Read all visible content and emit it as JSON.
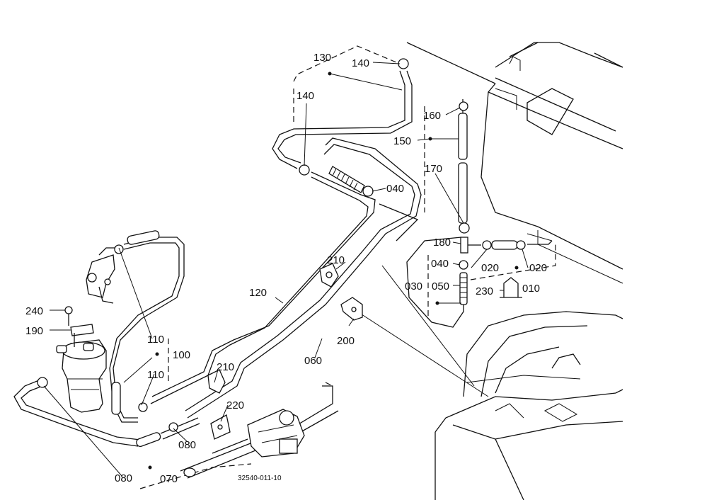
{
  "labels": {
    "l130": "130",
    "l140a": "140",
    "l140b": "140",
    "l160": "160",
    "l150": "150",
    "l170": "170",
    "l040a": "040",
    "l180": "180",
    "l040b": "040",
    "l020a": "020",
    "l020b": "020",
    "l030": "030",
    "l050": "050",
    "l230": "230",
    "l010": "010",
    "l210a": "210",
    "l120": "120",
    "l200": "200",
    "l060": "060",
    "l240": "240",
    "l190": "190",
    "l110a": "110",
    "l100": "100",
    "l110b": "110",
    "l210b": "210",
    "l220": "220",
    "l080a": "080",
    "l080b": "080",
    "l070": "070"
  },
  "drawing_code": "32540-011-10"
}
